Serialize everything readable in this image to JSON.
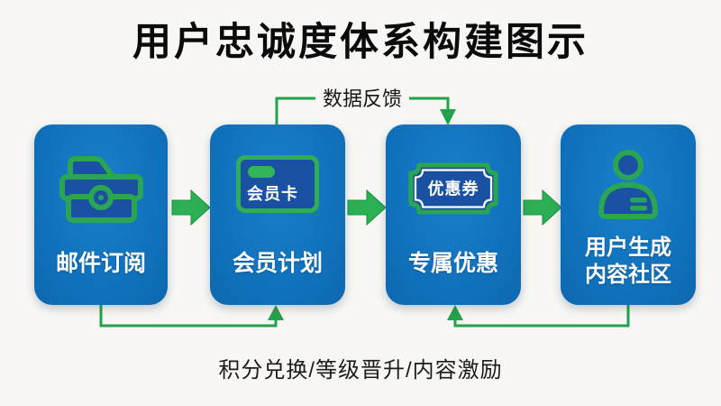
{
  "title": "用户忠诚度体系构建图示",
  "flow": {
    "top_feedback_label": "数据反馈",
    "bottom_feedback_label": "积分兑换/等级晋升/内容激励"
  },
  "boxes": [
    {
      "lines": [
        "邮件订阅"
      ],
      "icon": "briefcase-icon"
    },
    {
      "lines": [
        "会员计划"
      ],
      "icon": "member-card-icon",
      "icon_label": "会员卡"
    },
    {
      "lines": [
        "专属优惠"
      ],
      "icon": "coupon-icon",
      "icon_label": "优惠券"
    },
    {
      "lines": [
        "用户生成",
        "内容社区"
      ],
      "icon": "user-icon"
    }
  ],
  "colors": {
    "background": "#f8f7f4",
    "box_blue": "#1173bd",
    "icon_inner_blue": "#1b51a3",
    "accent_green": "#2aa551",
    "arrow_green": "#2db054",
    "box_text": "#ffffff",
    "label_text": "#1c1c1c",
    "title_text": "#0b0b0b"
  }
}
